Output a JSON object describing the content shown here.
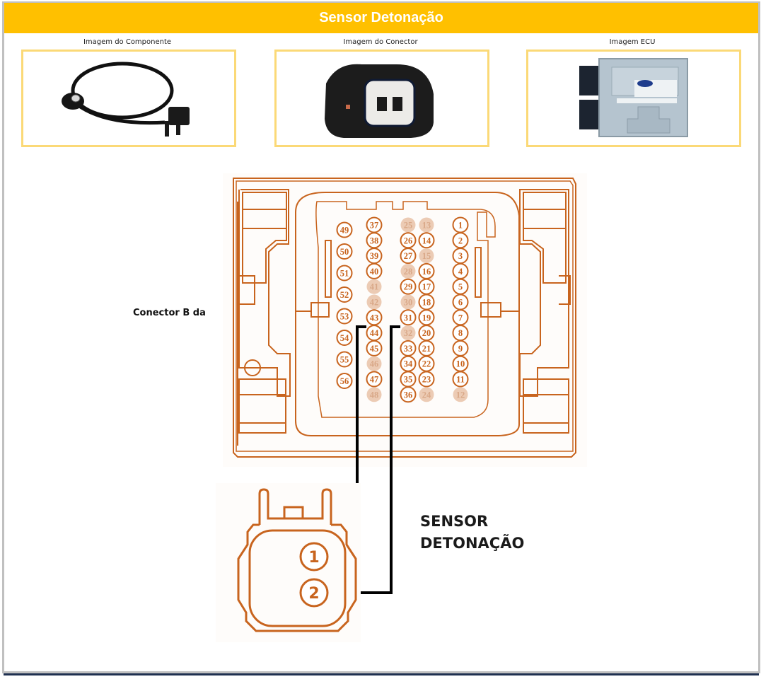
{
  "header": {
    "title": "Sensor Detonação"
  },
  "images": [
    {
      "label": "Imagem do Componente",
      "icon": "knock-sensor-photo"
    },
    {
      "label": "Imagem do Conector",
      "icon": "connector-photo"
    },
    {
      "label": "Imagem ECU",
      "icon": "ecu-photo"
    }
  ],
  "diagram": {
    "ecu_connector_label": "Conector B da",
    "sensor_label_line1": "SENSOR",
    "sensor_label_line2": "DETONAÇÃO",
    "sensor_pins": [
      "1",
      "2"
    ],
    "wiring": [
      {
        "sensor_pin": "1",
        "ecu_pin": "43"
      },
      {
        "sensor_pin": "2",
        "ecu_pin": "31"
      }
    ],
    "pin_columns": [
      {
        "column": "outer-left",
        "pins": [
          "49",
          "50",
          "51",
          "52",
          "53",
          "54",
          "55",
          "56"
        ],
        "unused": []
      },
      {
        "column": "left",
        "pins": [
          "37",
          "38",
          "39",
          "40",
          "41",
          "42",
          "43",
          "44",
          "45",
          "46",
          "47",
          "48"
        ],
        "unused": [
          "41",
          "42",
          "46",
          "48"
        ]
      },
      {
        "column": "center-left",
        "pins": [
          "25",
          "26",
          "27",
          "28",
          "29",
          "30",
          "31",
          "32",
          "33",
          "34",
          "35",
          "36"
        ],
        "unused": [
          "25",
          "28",
          "30",
          "32"
        ]
      },
      {
        "column": "center-right",
        "pins": [
          "13",
          "14",
          "15",
          "16",
          "17",
          "18",
          "19",
          "20",
          "21",
          "22",
          "23",
          "24"
        ],
        "unused": [
          "13",
          "15",
          "24"
        ]
      },
      {
        "column": "right",
        "pins": [
          "1",
          "2",
          "3",
          "4",
          "5",
          "6",
          "7",
          "8",
          "9",
          "10",
          "11",
          "12"
        ],
        "unused": [
          "12"
        ]
      }
    ]
  },
  "colors": {
    "title_bg": "#ffc000",
    "image_border": "#fbd977",
    "diagram_line": "#c8641e",
    "unused_pin_fill": "#eccbb4",
    "wire": "#000000"
  }
}
